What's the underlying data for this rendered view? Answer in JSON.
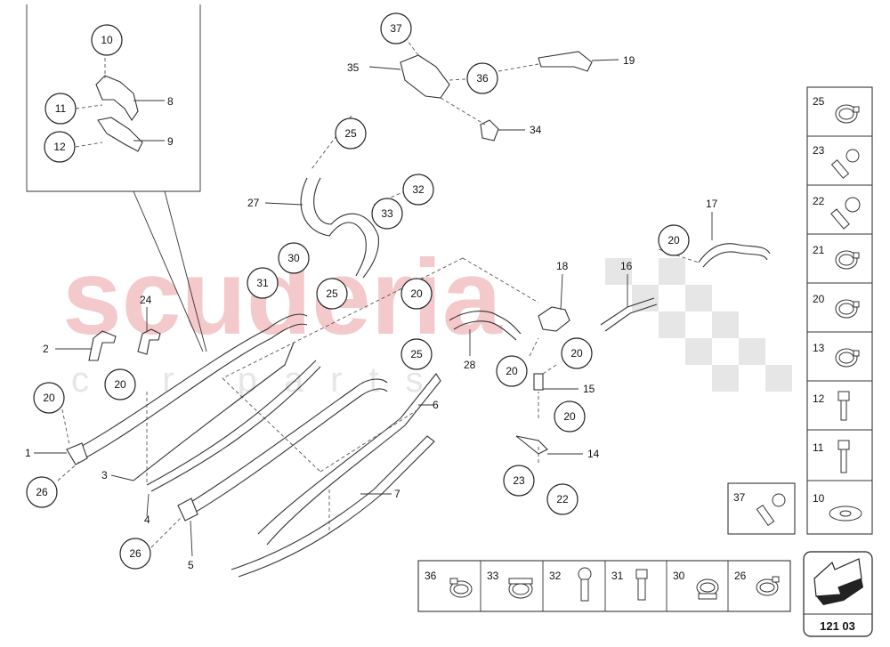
{
  "watermark": {
    "main": "scuderia",
    "sub": "car parts"
  },
  "page_number": "121 03",
  "diagram_callouts": [
    {
      "id": "c10",
      "label": "10"
    },
    {
      "id": "c11",
      "label": "11"
    },
    {
      "id": "c12",
      "label": "12"
    },
    {
      "id": "c37",
      "label": "37"
    },
    {
      "id": "c36",
      "label": "36"
    },
    {
      "id": "c25a",
      "label": "25"
    },
    {
      "id": "c32",
      "label": "32"
    },
    {
      "id": "c33",
      "label": "33"
    },
    {
      "id": "c30",
      "label": "30"
    },
    {
      "id": "c31",
      "label": "31"
    },
    {
      "id": "c25b",
      "label": "25"
    },
    {
      "id": "c20a",
      "label": "20"
    },
    {
      "id": "c20b",
      "label": "20"
    },
    {
      "id": "c20c",
      "label": "20"
    },
    {
      "id": "c25c",
      "label": "25"
    },
    {
      "id": "c20d",
      "label": "20"
    },
    {
      "id": "c20e",
      "label": "20"
    },
    {
      "id": "c20f",
      "label": "20"
    },
    {
      "id": "c20g",
      "label": "20"
    },
    {
      "id": "c23",
      "label": "23"
    },
    {
      "id": "c22",
      "label": "22"
    },
    {
      "id": "c26a",
      "label": "26"
    },
    {
      "id": "c26b",
      "label": "26"
    }
  ],
  "plain_labels": [
    {
      "id": "l8",
      "label": "8"
    },
    {
      "id": "l9",
      "label": "9"
    },
    {
      "id": "l35",
      "label": "35"
    },
    {
      "id": "l19",
      "label": "19"
    },
    {
      "id": "l34",
      "label": "34"
    },
    {
      "id": "l27",
      "label": "27"
    },
    {
      "id": "l17",
      "label": "17"
    },
    {
      "id": "l16",
      "label": "16"
    },
    {
      "id": "l18",
      "label": "18"
    },
    {
      "id": "l24",
      "label": "24"
    },
    {
      "id": "l2",
      "label": "2"
    },
    {
      "id": "l28",
      "label": "28"
    },
    {
      "id": "l15",
      "label": "15"
    },
    {
      "id": "l6",
      "label": "6"
    },
    {
      "id": "l1",
      "label": "1"
    },
    {
      "id": "l3",
      "label": "3"
    },
    {
      "id": "l14",
      "label": "14"
    },
    {
      "id": "l7",
      "label": "7"
    },
    {
      "id": "l4",
      "label": "4"
    },
    {
      "id": "l5",
      "label": "5"
    }
  ],
  "side_parts": [
    {
      "label": "25",
      "icon": "hose-clamp-icon"
    },
    {
      "label": "23",
      "icon": "bolt-icon"
    },
    {
      "label": "22",
      "icon": "bolt-icon"
    },
    {
      "label": "21",
      "icon": "hose-clamp-icon"
    },
    {
      "label": "20",
      "icon": "hose-clamp-icon"
    },
    {
      "label": "13",
      "icon": "hose-clamp-icon"
    },
    {
      "label": "12",
      "icon": "screw-icon"
    },
    {
      "label": "11",
      "icon": "screw-icon"
    },
    {
      "label": "10",
      "icon": "washer-icon"
    }
  ],
  "bottom_parts": [
    {
      "label": "36",
      "icon": "hose-clamp-icon"
    },
    {
      "label": "33",
      "icon": "clamp-band-icon"
    },
    {
      "label": "32",
      "icon": "bolt-icon"
    },
    {
      "label": "31",
      "icon": "screw-icon"
    },
    {
      "label": "30",
      "icon": "hose-clamp-icon"
    },
    {
      "label": "26",
      "icon": "hose-clamp-icon"
    }
  ],
  "single_part": {
    "label": "37",
    "icon": "bolt-icon"
  },
  "nav_icon": "arrow-icon"
}
